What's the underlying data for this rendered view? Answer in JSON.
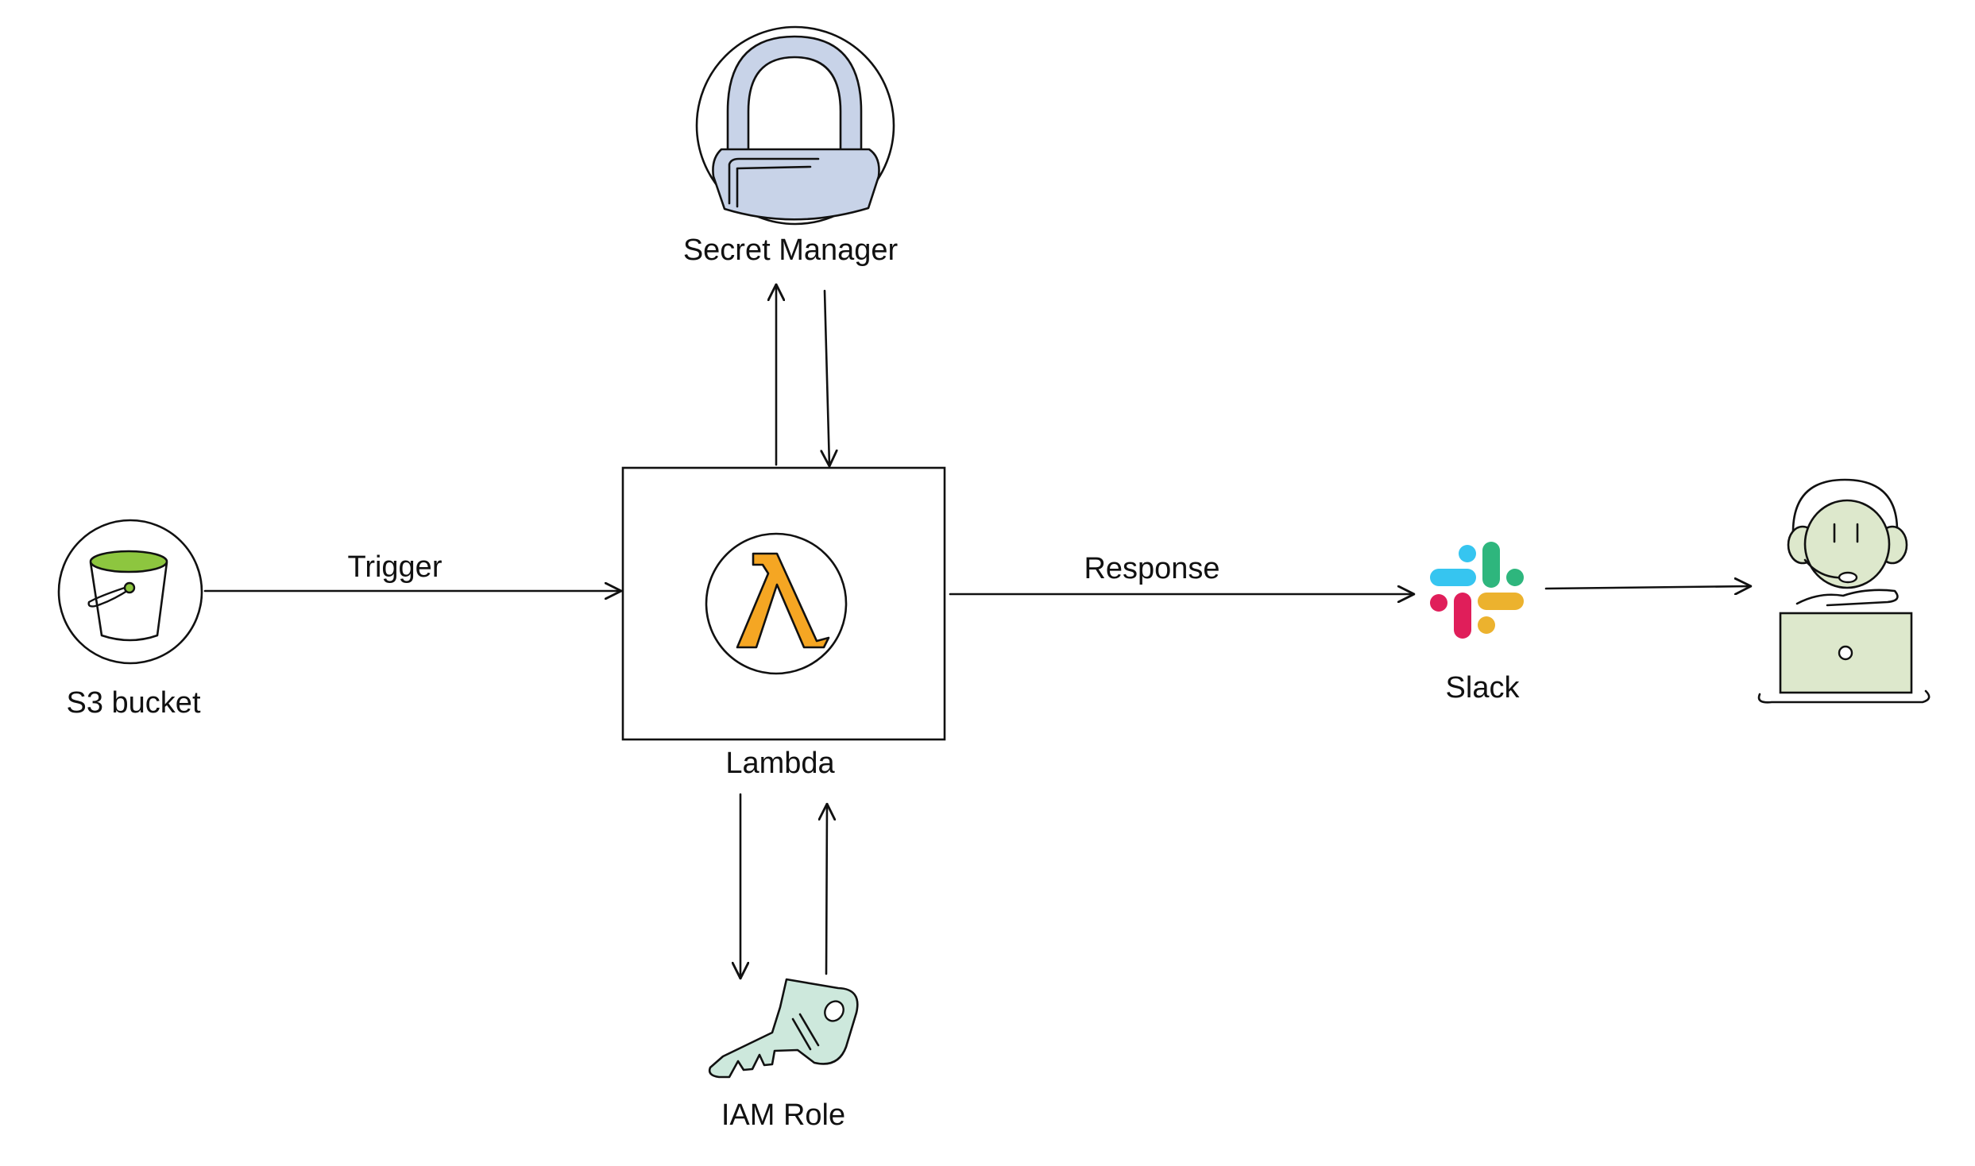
{
  "nodes": {
    "s3": {
      "label": "S3 bucket",
      "icon": "bucket-icon",
      "accent": "#8dc63f"
    },
    "lambda": {
      "label": "Lambda",
      "icon": "lambda-icon",
      "accent": "#f5a623"
    },
    "secret_manager": {
      "label": "Secret Manager",
      "icon": "padlock-icon",
      "accent": "#c8d3e8"
    },
    "iam_role": {
      "label": "IAM Role",
      "icon": "key-icon",
      "accent": "#cde8dc"
    },
    "slack": {
      "label": "Slack",
      "icon": "slack-logo-icon"
    },
    "user": {
      "label": "",
      "icon": "support-agent-icon",
      "accent": "#dde8cc"
    }
  },
  "edges": {
    "s3_to_lambda": {
      "label": "Trigger"
    },
    "lambda_to_slack": {
      "label": "Response"
    },
    "lambda_to_secret_manager": {
      "label": ""
    },
    "secret_manager_to_lambda": {
      "label": ""
    },
    "lambda_to_iam_role": {
      "label": ""
    },
    "iam_role_to_lambda": {
      "label": ""
    },
    "slack_to_user": {
      "label": ""
    }
  },
  "colors": {
    "line": "#111111",
    "slack_blue": "#36c5f0",
    "slack_green": "#2eb67d",
    "slack_red": "#e01e5a",
    "slack_yellow": "#ecb22e"
  }
}
